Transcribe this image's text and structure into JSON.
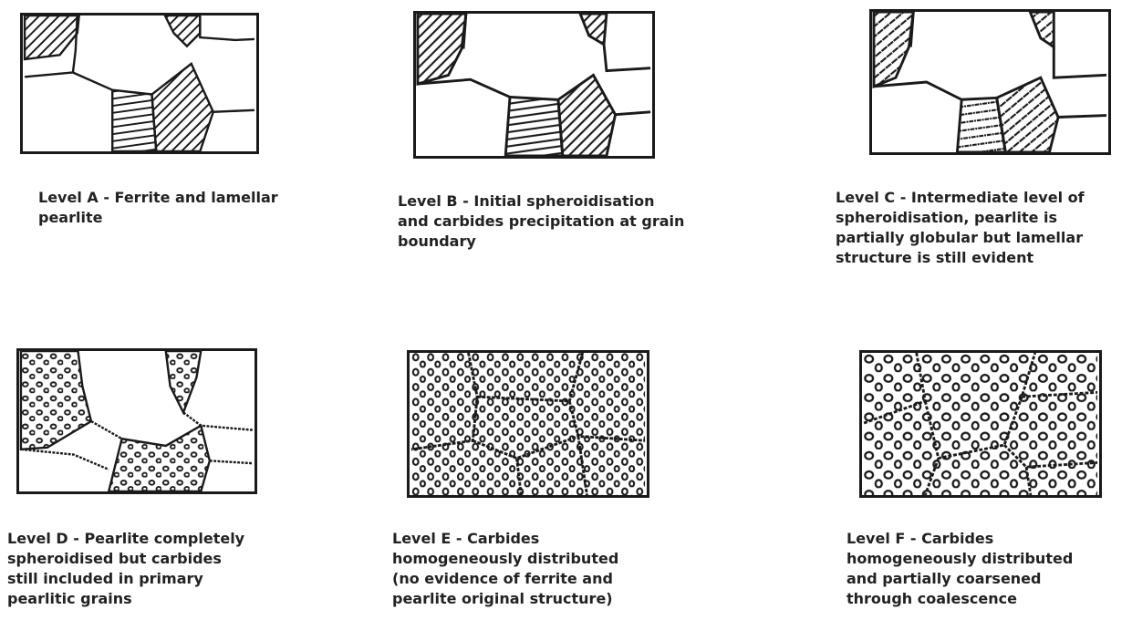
{
  "levels": [
    {
      "id": "A",
      "caption": "Level A - Ferrite and lamellar\npearlite",
      "structure": "lamellar"
    },
    {
      "id": "B",
      "caption": "Level B - Initial spheroidisation\nand carbides precipitation at grain\nboundary",
      "structure": "lamellar-boundary-carbides"
    },
    {
      "id": "C",
      "caption": "Level C - Intermediate level of\nspheroidisation, pearlite is\npartially globular but lamellar\nstructure is still evident",
      "structure": "partially-globular"
    },
    {
      "id": "D",
      "caption": "Level D - Pearlite completely\nspheroidised but carbides\nstill included in primary\npearlitic grains",
      "structure": "spheroidised-in-grains"
    },
    {
      "id": "E",
      "caption": "Level E - Carbides\nhomogeneously distributed\n(no evidence of ferrite and\npearlite original structure)",
      "structure": "homogeneous"
    },
    {
      "id": "F",
      "caption": "Level F - Carbides\nhomogeneously distributed\nand partially coarsened\nthrough coalescence",
      "structure": "coarsened"
    }
  ],
  "colors": {
    "ink": "#1a1a1a",
    "text": "#222222",
    "background": "#ffffff"
  }
}
